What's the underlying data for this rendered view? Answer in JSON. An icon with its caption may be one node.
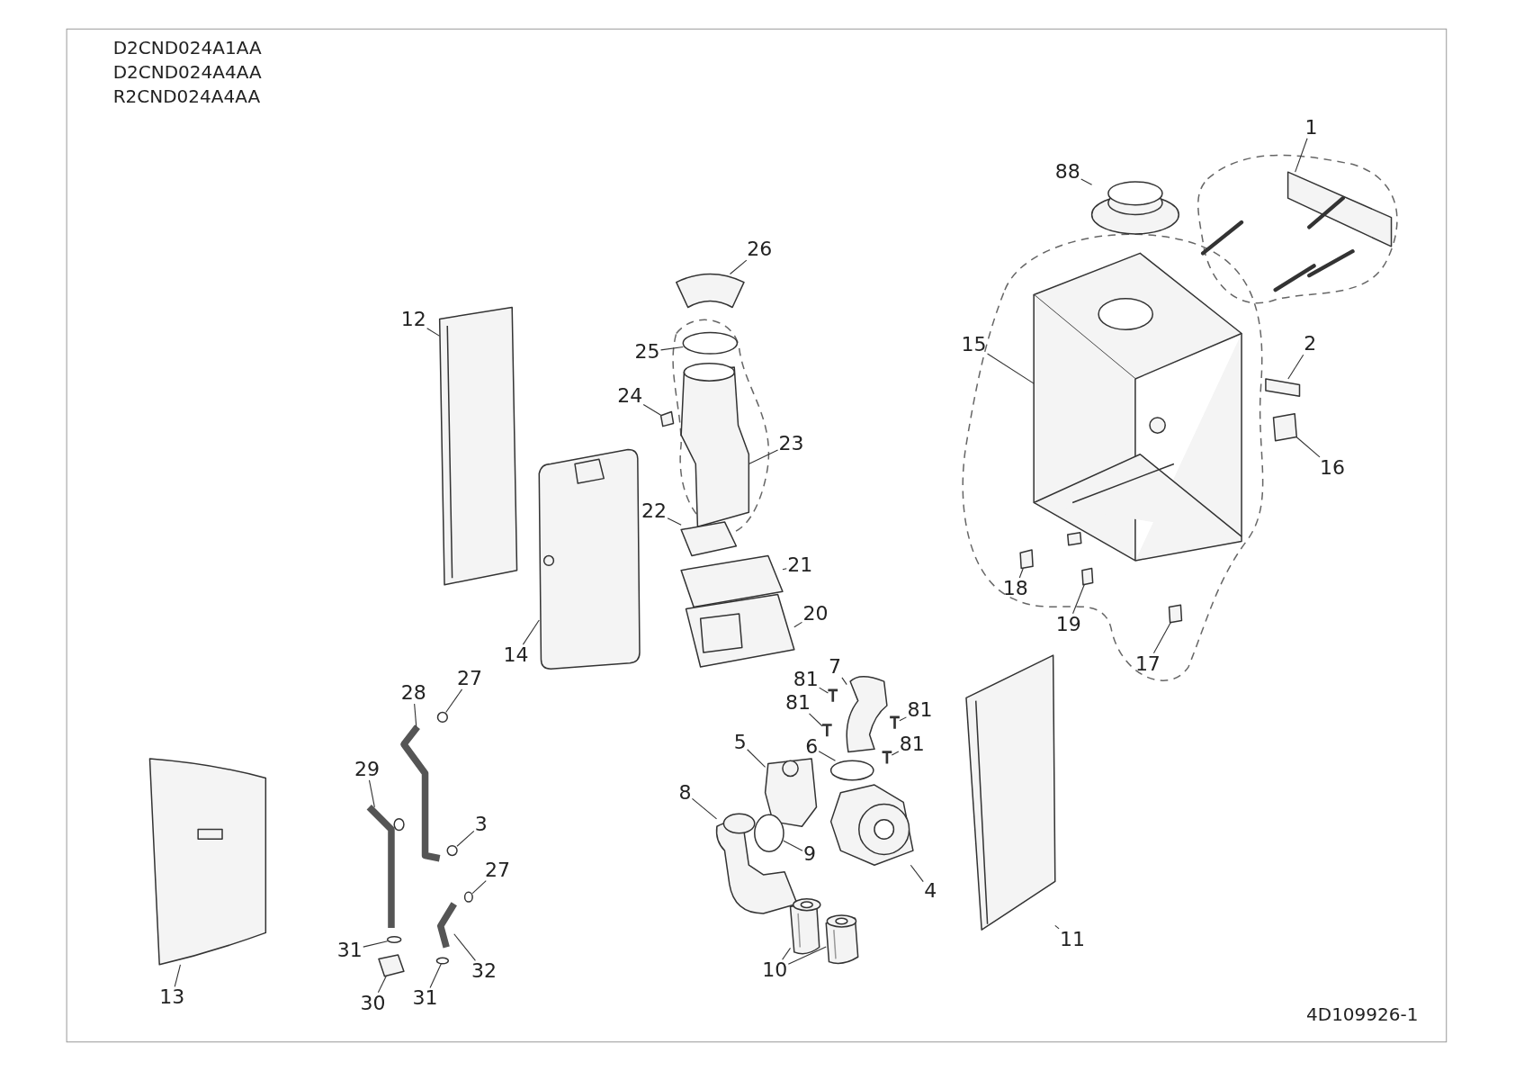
{
  "diagram": {
    "nodes": [
      {
        "text": [
          "1"
        ]
      },
      {
        "text": [
          "88"
        ]
      },
      {
        "text": [
          "26"
        ]
      },
      {
        "text": [
          "12"
        ]
      },
      {
        "text": [
          "25"
        ]
      },
      {
        "text": [
          "15"
        ]
      },
      {
        "text": [
          "2"
        ]
      },
      {
        "text": [
          "24"
        ]
      },
      {
        "text": [
          "23"
        ]
      },
      {
        "text": [
          "16"
        ]
      },
      {
        "text": [
          "22"
        ]
      },
      {
        "text": [
          "21"
        ]
      },
      {
        "text": [
          "18"
        ]
      },
      {
        "text": [
          "20"
        ]
      },
      {
        "text": [
          "19"
        ]
      },
      {
        "text": [
          "14"
        ]
      },
      {
        "text": [
          "17"
        ]
      },
      {
        "text": [
          "81"
        ]
      },
      {
        "text": [
          "7"
        ]
      },
      {
        "text": [
          "28"
        ]
      },
      {
        "text": [
          "27"
        ]
      },
      {
        "text": [
          "81"
        ]
      },
      {
        "text": [
          "81"
        ]
      },
      {
        "text": [
          "81"
        ]
      },
      {
        "text": [
          "5"
        ]
      },
      {
        "text": [
          "6"
        ]
      },
      {
        "text": [
          "29"
        ]
      },
      {
        "text": [
          "8"
        ]
      },
      {
        "text": [
          "3"
        ]
      },
      {
        "text": [
          "9"
        ]
      },
      {
        "text": [
          "27"
        ]
      },
      {
        "text": [
          "4"
        ]
      },
      {
        "text": [
          "11"
        ]
      },
      {
        "text": [
          "31"
        ]
      },
      {
        "text": [
          "32"
        ]
      },
      {
        "text": [
          "10"
        ]
      },
      {
        "text": [
          "13"
        ]
      },
      {
        "text": [
          "30"
        ]
      },
      {
        "text": [
          "31"
        ]
      },
      {
        "text": [],
        "shape": "picture"
      },
      {
        "text": [],
        "shape": "picture"
      },
      {
        "text": [],
        "shape": "picture"
      },
      {
        "text": [],
        "shape": "picture"
      },
      {
        "text": [],
        "shape": "circle"
      },
      {
        "text": [],
        "shape": "picture"
      },
      {
        "text": [],
        "shape": "box"
      },
      {
        "text": [],
        "shape": "box"
      },
      {
        "text": [],
        "shape": "picture"
      },
      {
        "text": [],
        "shape": "box"
      },
      {
        "text": [],
        "shape": "box"
      },
      {
        "text": [],
        "shape": "box"
      },
      {
        "text": [],
        "shape": "box"
      },
      {
        "text": [],
        "shape": "picture"
      },
      {
        "text": [],
        "shape": "box"
      },
      {
        "text": [],
        "shape": "picture"
      },
      {
        "text": [],
        "shape": "box"
      },
      {
        "text": [],
        "shape": "picture"
      },
      {
        "text": [],
        "shape": "picture"
      },
      {
        "text": [],
        "shape": "picture"
      },
      {
        "text": [],
        "shape": "circle"
      },
      {
        "text": [],
        "shape": "picture"
      },
      {
        "text": [],
        "shape": "picture"
      },
      {
        "text": [],
        "shape": "picture"
      },
      {
        "text": [],
        "shape": "picture"
      },
      {
        "text": [],
        "shape": "circle"
      },
      {
        "text": [],
        "shape": "picture"
      },
      {
        "text": [],
        "shape": "picture"
      },
      {
        "text": [],
        "shape": "circle"
      },
      {
        "text": [],
        "shape": "circle"
      },
      {
        "text": [],
        "shape": "circle"
      },
      {
        "text": [],
        "shape": "picture"
      },
      {
        "text": [],
        "shape": "picture"
      },
      {
        "text": [],
        "shape": "circle"
      },
      {
        "text": [],
        "shape": "picture"
      },
      {
        "text": [],
        "shape": "picture"
      },
      {
        "text": [],
        "shape": "picture"
      },
      {
        "text": [],
        "shape": "picture"
      },
      {
        "text": [],
        "shape": "box"
      },
      {
        "text": [],
        "shape": "circle"
      }
    ],
    "edges": [
      {
        "from": 0,
        "to": 39,
        "arrow": "none"
      },
      {
        "from": 1,
        "to": 40,
        "arrow": "none"
      },
      {
        "from": 2,
        "to": 41,
        "arrow": "none"
      },
      {
        "from": 3,
        "to": 42,
        "arrow": "none"
      },
      {
        "from": 4,
        "to": 43,
        "arrow": "none"
      },
      {
        "from": 5,
        "to": 44,
        "arrow": "none"
      },
      {
        "from": 6,
        "to": 45,
        "arrow": "none"
      },
      {
        "from": 7,
        "to": 46,
        "arrow": "none"
      },
      {
        "from": 8,
        "to": 47,
        "arrow": "none"
      },
      {
        "from": 9,
        "to": 48,
        "arrow": "none"
      },
      {
        "from": 10,
        "to": 49,
        "arrow": "none"
      },
      {
        "from": 11,
        "to": 50,
        "arrow": "none"
      },
      {
        "from": 12,
        "to": 51,
        "arrow": "none"
      },
      {
        "from": 13,
        "to": 52,
        "arrow": "none"
      },
      {
        "from": 14,
        "to": 53,
        "arrow": "none"
      },
      {
        "from": 15,
        "to": 54,
        "arrow": "none"
      },
      {
        "from": 16,
        "to": 55,
        "arrow": "none"
      },
      {
        "from": 17,
        "to": 56,
        "arrow": "none"
      },
      {
        "from": 18,
        "to": 57,
        "arrow": "none"
      },
      {
        "from": 19,
        "to": 58,
        "arrow": "none"
      },
      {
        "from": 20,
        "to": 59,
        "arrow": "none"
      },
      {
        "from": 21,
        "to": 60,
        "arrow": "none"
      },
      {
        "from": 22,
        "to": 61,
        "arrow": "none"
      },
      {
        "from": 23,
        "to": 62,
        "arrow": "none"
      },
      {
        "from": 24,
        "to": 63,
        "arrow": "none"
      },
      {
        "from": 25,
        "to": 64,
        "arrow": "none"
      },
      {
        "from": 26,
        "to": 65,
        "arrow": "none"
      },
      {
        "from": 27,
        "to": 66,
        "arrow": "none"
      },
      {
        "from": 28,
        "to": 67,
        "arrow": "none"
      },
      {
        "from": 29,
        "to": 68,
        "arrow": "none"
      },
      {
        "from": 30,
        "to": 69,
        "arrow": "none"
      },
      {
        "from": 31,
        "to": 70,
        "arrow": "none"
      },
      {
        "from": 32,
        "to": 71,
        "arrow": "none"
      },
      {
        "from": 33,
        "to": 72,
        "arrow": "none"
      },
      {
        "from": 34,
        "to": 73,
        "arrow": "none"
      },
      {
        "from": 35,
        "to": 74,
        "arrow": "none"
      },
      {
        "from": 35,
        "to": 75,
        "arrow": "none"
      },
      {
        "from": 36,
        "to": 76,
        "arrow": "none"
      },
      {
        "from": 37,
        "to": 77,
        "arrow": "none"
      },
      {
        "from": 38,
        "to": 78,
        "arrow": "none"
      }
    ],
    "labels": [
      "D2CND024A1AA",
      "D2CND024A4AA",
      "R2CND024A4AA",
      "4D109926-1"
    ]
  }
}
